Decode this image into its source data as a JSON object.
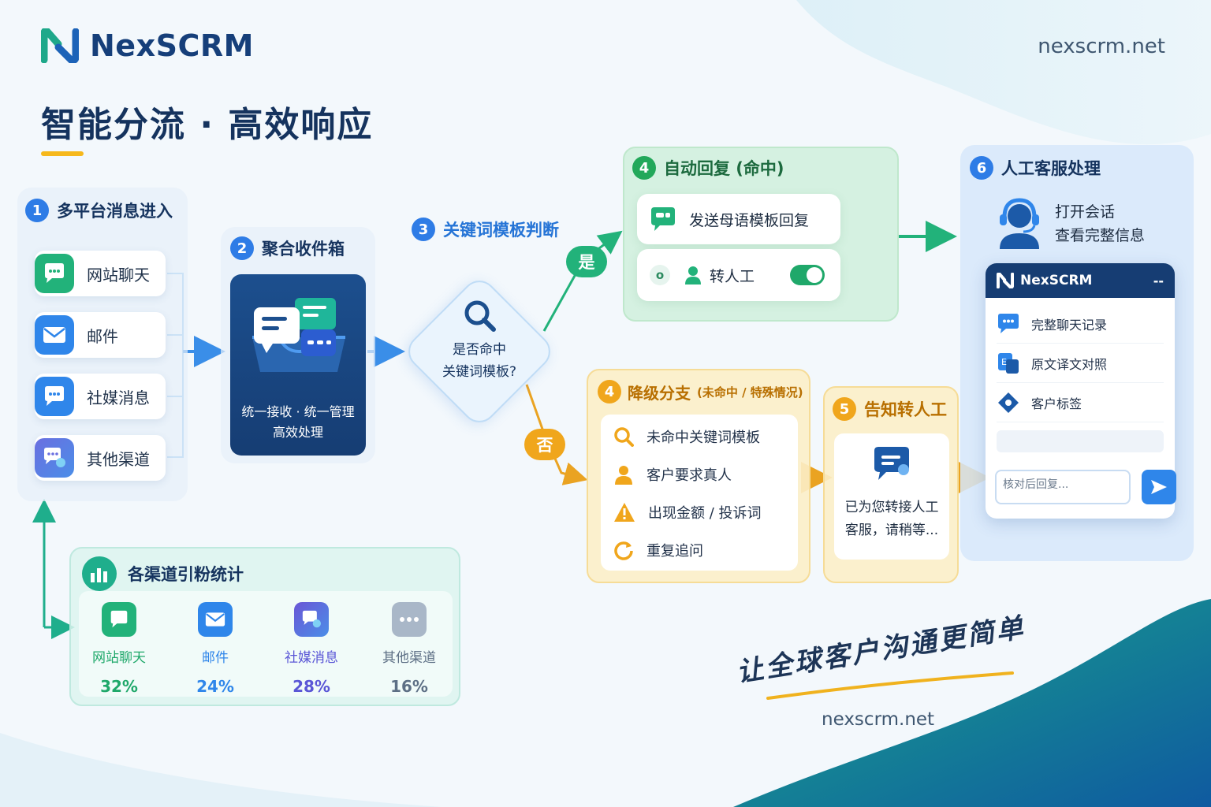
{
  "header": {
    "brand": "NexSCRM",
    "url": "nexscrm.net",
    "title": "智能分流 · 高效响应"
  },
  "step1": {
    "num": "1",
    "title": "多平台消息进入",
    "channels": [
      {
        "label": "网站聊天",
        "icon": "chat-icon",
        "color": "#22b27a"
      },
      {
        "label": "邮件",
        "icon": "mail-icon",
        "color": "#2f86ea"
      },
      {
        "label": "社媒消息",
        "icon": "social-chat-icon",
        "color": "#2f86ea"
      },
      {
        "label": "其他渠道",
        "icon": "other-channel-icon",
        "color": "#6a6fe0"
      }
    ]
  },
  "step2": {
    "num": "2",
    "title": "聚合收件箱",
    "line1": "统一接收 · 统一管理",
    "line2": "高效处理"
  },
  "step3": {
    "num": "3",
    "title": "关键词模板判断",
    "question1": "是否命中",
    "question2": "关键词模板?",
    "yes": "是",
    "no": "否"
  },
  "step4a": {
    "num": "4",
    "title": "自动回复 (命中)",
    "send_label": "发送母语模板回复",
    "transfer_label": "转人工",
    "toggle_state": "on"
  },
  "step4b": {
    "num": "4",
    "title": "降级分支",
    "subtitle": "(未命中 / 特殊情况)",
    "items": [
      {
        "label": "未命中关键词模板",
        "icon": "search-icon"
      },
      {
        "label": "客户要求真人",
        "icon": "person-icon"
      },
      {
        "label": "出现金额 / 投诉词",
        "icon": "warning-icon"
      },
      {
        "label": "重复追问",
        "icon": "refresh-icon"
      }
    ]
  },
  "step5": {
    "num": "5",
    "title": "告知转人工",
    "line1": "已为您转接人工",
    "line2": "客服，请稍等..."
  },
  "step6": {
    "num": "6",
    "title": "人工客服处理",
    "line1": "打开会话",
    "line2": "查看完整信息",
    "window_brand": "NexSCRM",
    "window_dash": "--",
    "items": [
      {
        "label": "完整聊天记录",
        "icon": "chat-history-icon"
      },
      {
        "label": "原文译文对照",
        "icon": "translate-icon"
      },
      {
        "label": "客户标签",
        "icon": "tag-icon"
      }
    ],
    "reply_placeholder": "核对后回复..."
  },
  "stats": {
    "title": "各渠道引粉统计",
    "items": [
      {
        "label": "网站聊天",
        "value": "32%",
        "color": "#1fa86a"
      },
      {
        "label": "邮件",
        "value": "24%",
        "color": "#2f86ea"
      },
      {
        "label": "社媒消息",
        "value": "28%",
        "color": "#5a56d6"
      },
      {
        "label": "其他渠道",
        "value": "16%",
        "color": "#5d6f85"
      }
    ]
  },
  "slogan": {
    "text": "让全球客户沟通更简单",
    "url": "nexscrm.net"
  },
  "colors": {
    "navy": "#15335e",
    "blue": "#2e7ce6",
    "green": "#22a85a",
    "orange": "#f0a61c",
    "teal": "#1fae8c"
  }
}
